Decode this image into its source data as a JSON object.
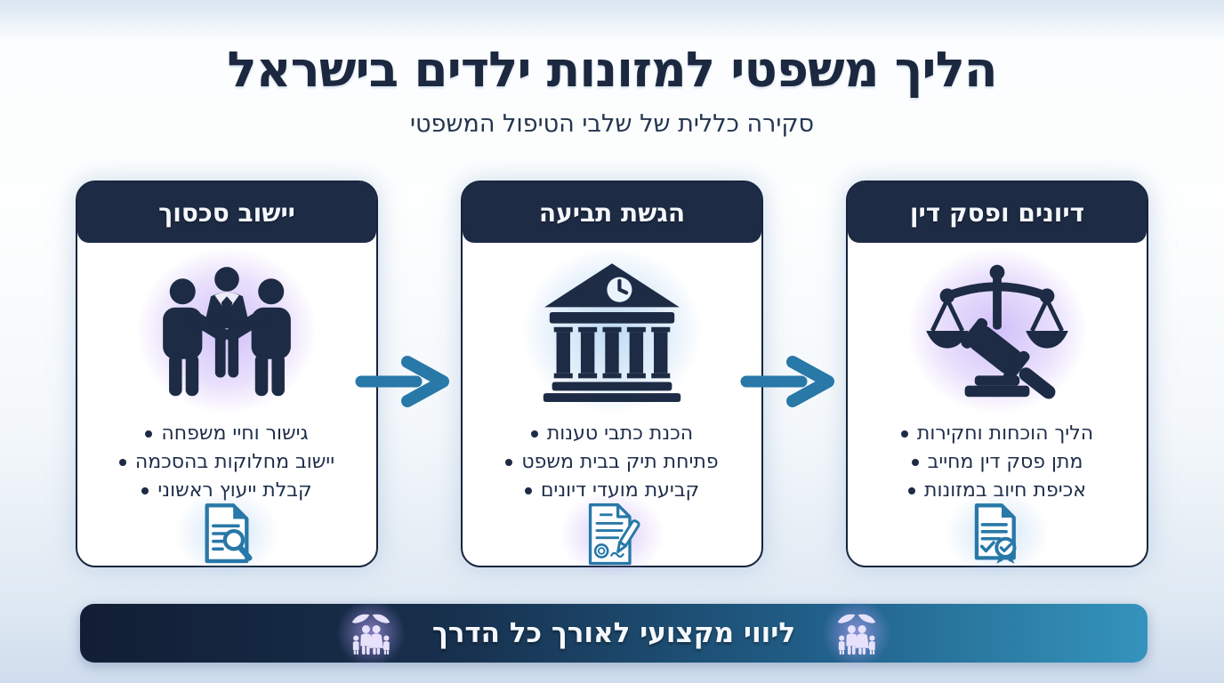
{
  "page": {
    "title": "הליך משפטי למזונות ילדים בישראל",
    "subtitle": "סקירה כללית של שלבי הטיפול המשפטי"
  },
  "cards": [
    {
      "title": "יישוב סכסוך",
      "icon": "mediation-people-icon",
      "bullets": [
        "גישור וחיי משפחה",
        "יישוב מחלוקות בהסכמה",
        "קבלת ייעוץ ראשוני"
      ],
      "footer_icon": "document-search-icon",
      "glow_color": "#ac8cf4"
    },
    {
      "title": "הגשת תביעה",
      "icon": "courthouse-icon",
      "bullets": [
        "הכנת כתבי טענות",
        "פתיחת תיק בבית משפט",
        "קביעת מועדי דיונים"
      ],
      "footer_icon": "document-signature-icon",
      "glow_color": "#8cbeeb"
    },
    {
      "title": "דיונים ופסק דין",
      "icon": "scales-gavel-icon",
      "bullets": [
        "הליך הוכחות וחקירות",
        "מתן פסק דין מחייב",
        "אכיפת חיוב במזונות"
      ],
      "footer_icon": "document-certificate-icon",
      "glow_color": "#ac8cf4"
    }
  ],
  "banner": {
    "text": "ליווי מקצועי לאורך כל הדרך",
    "icon": "family-protection-icon"
  },
  "colors": {
    "navy": "#1d2b45",
    "accent_blue": "#2878a8",
    "banner_gradient_start": "#121e34",
    "banner_gradient_end": "#3493bd",
    "card_background": "#ffffff",
    "page_background": "#eef3f9"
  }
}
